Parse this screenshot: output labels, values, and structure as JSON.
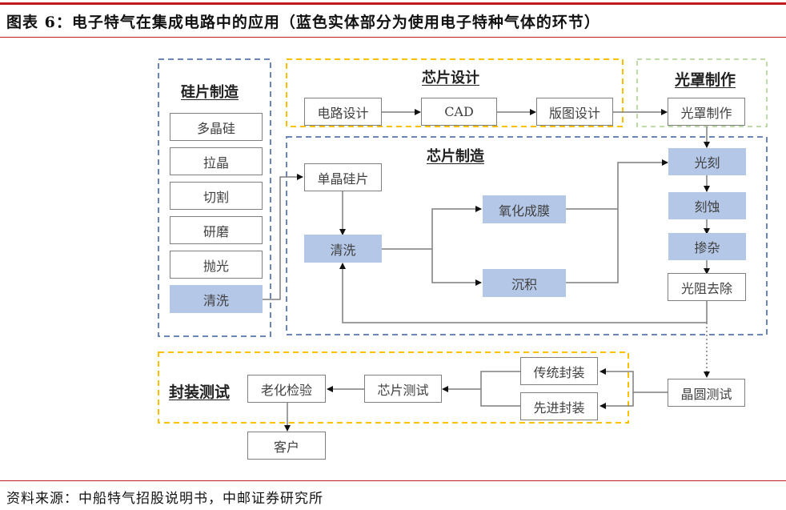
{
  "header": {
    "title": "图表 6：电子特气在集成电路中的应用（蓝色实体部分为使用电子特种气体的环节）"
  },
  "footer": {
    "source": "资料来源：中船特气招股说明书，中邮证券研究所"
  },
  "legend_note": "蓝色实体部分为使用电子特种气体的环节",
  "colors": {
    "gas_step_fill": "#b4c7e7",
    "wafer_group_border": "#6d86b8",
    "design_group_border": "#ffc000",
    "mask_group_border": "#a9d18e",
    "fab_group_border": "#6d86b8",
    "package_group_border": "#ffc000",
    "rule_red": "#c0191f"
  },
  "groups": {
    "wafer": {
      "title": "硅片制造"
    },
    "design": {
      "title": "芯片设计"
    },
    "mask": {
      "title": "光罩制作"
    },
    "fab": {
      "title": "芯片制造"
    },
    "package": {
      "title": "封装测试"
    }
  },
  "nodes": {
    "polysilicon": {
      "label": "多晶硅",
      "uses_special_gas": false
    },
    "crystal_pulling": {
      "label": "拉晶",
      "uses_special_gas": false
    },
    "slicing": {
      "label": "切割",
      "uses_special_gas": false
    },
    "grinding": {
      "label": "研磨",
      "uses_special_gas": false
    },
    "polishing": {
      "label": "抛光",
      "uses_special_gas": false
    },
    "wafer_cleaning": {
      "label": "清洗",
      "uses_special_gas": true
    },
    "circuit_design": {
      "label": "电路设计",
      "uses_special_gas": false
    },
    "cad": {
      "label": "CAD",
      "uses_special_gas": false
    },
    "layout_design": {
      "label": "版图设计",
      "uses_special_gas": false
    },
    "mask_making": {
      "label": "光罩制作",
      "uses_special_gas": false
    },
    "mono_wafer": {
      "label": "单晶硅片",
      "uses_special_gas": false
    },
    "fab_cleaning": {
      "label": "清洗",
      "uses_special_gas": true
    },
    "oxidation": {
      "label": "氧化成膜",
      "uses_special_gas": true
    },
    "deposition": {
      "label": "沉积",
      "uses_special_gas": true
    },
    "lithography": {
      "label": "光刻",
      "uses_special_gas": true
    },
    "etching": {
      "label": "刻蚀",
      "uses_special_gas": true
    },
    "doping": {
      "label": "掺杂",
      "uses_special_gas": true
    },
    "photoresist_removal": {
      "label": "光阻去除",
      "uses_special_gas": false
    },
    "wafer_test": {
      "label": "晶圆测试",
      "uses_special_gas": false
    },
    "traditional_packaging": {
      "label": "传统封装",
      "uses_special_gas": false
    },
    "advanced_packaging": {
      "label": "先进封装",
      "uses_special_gas": false
    },
    "chip_test": {
      "label": "芯片测试",
      "uses_special_gas": false
    },
    "burn_in": {
      "label": "老化检验",
      "uses_special_gas": false
    },
    "customer": {
      "label": "客户",
      "uses_special_gas": false
    }
  },
  "edges": [
    [
      "wafer_cleaning",
      "mono_wafer"
    ],
    [
      "circuit_design",
      "cad"
    ],
    [
      "cad",
      "layout_design"
    ],
    [
      "layout_design",
      "mask_making"
    ],
    [
      "mask_making",
      "lithography"
    ],
    [
      "mono_wafer",
      "fab_cleaning"
    ],
    [
      "fab_cleaning",
      "oxidation"
    ],
    [
      "fab_cleaning",
      "deposition"
    ],
    [
      "oxidation",
      "lithography"
    ],
    [
      "deposition",
      "lithography"
    ],
    [
      "lithography",
      "etching"
    ],
    [
      "etching",
      "doping"
    ],
    [
      "doping",
      "photoresist_removal"
    ],
    [
      "photoresist_removal",
      "fab_cleaning"
    ],
    [
      "photoresist_removal",
      "wafer_test"
    ],
    [
      "wafer_test",
      "traditional_packaging"
    ],
    [
      "wafer_test",
      "advanced_packaging"
    ],
    [
      "traditional_packaging",
      "chip_test"
    ],
    [
      "advanced_packaging",
      "chip_test"
    ],
    [
      "chip_test",
      "burn_in"
    ],
    [
      "burn_in",
      "customer"
    ]
  ]
}
